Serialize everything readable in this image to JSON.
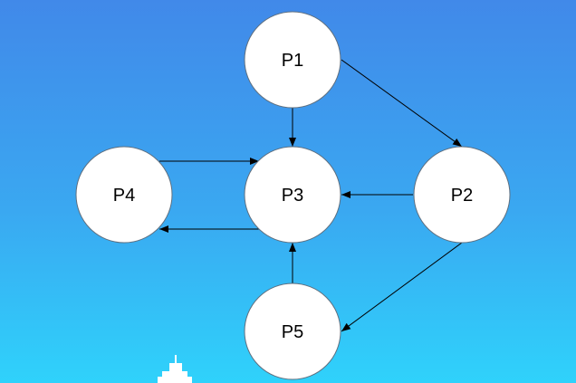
{
  "diagram": {
    "nodes": [
      {
        "id": "p1",
        "label": "P1"
      },
      {
        "id": "p2",
        "label": "P2"
      },
      {
        "id": "p3",
        "label": "P3"
      },
      {
        "id": "p4",
        "label": "P4"
      },
      {
        "id": "p5",
        "label": "P5"
      }
    ],
    "edges": [
      {
        "from": "P1",
        "to": "P3"
      },
      {
        "from": "P1",
        "to": "P2"
      },
      {
        "from": "P2",
        "to": "P3"
      },
      {
        "from": "P2",
        "to": "P5"
      },
      {
        "from": "P4",
        "to": "P3"
      },
      {
        "from": "P3",
        "to": "P4"
      },
      {
        "from": "P5",
        "to": "P3"
      }
    ]
  },
  "colors": {
    "background_top": "#4189e9",
    "background_bottom": "#2fd2fb",
    "node_fill": "#ffffff",
    "node_stroke": "#5f6f7f",
    "edge": "#000000"
  }
}
